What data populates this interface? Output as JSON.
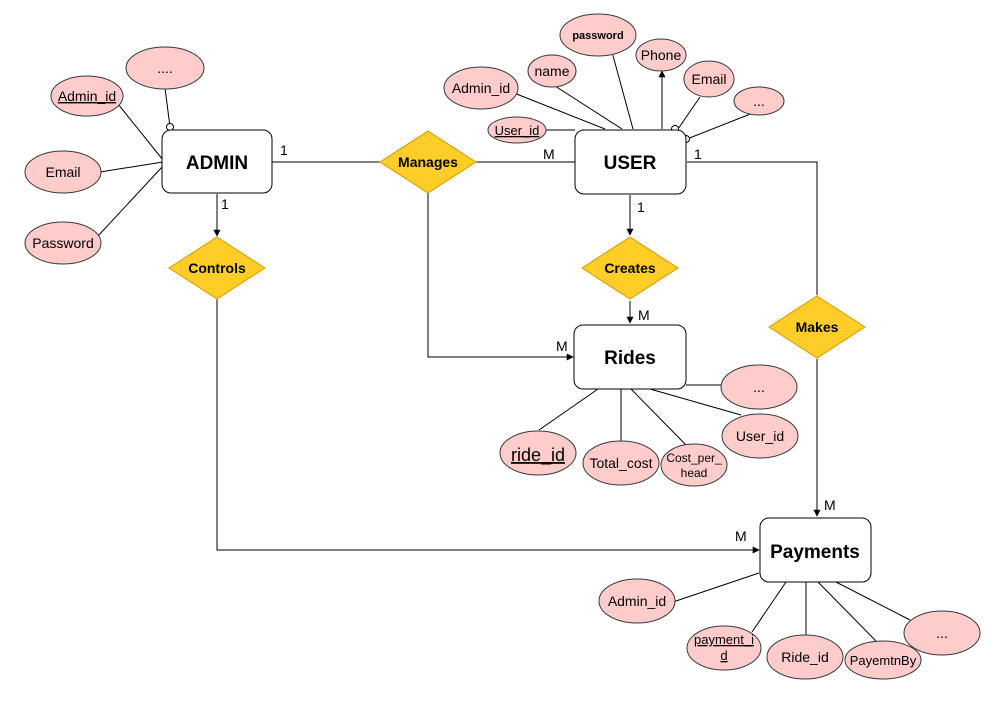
{
  "colors": {
    "attribute_fill": "#ffcccc",
    "attribute_stroke": "#36393d",
    "relationship_fill": "#ffcd28",
    "relationship_stroke": "#d79b00",
    "entity_fill": "#ffffff",
    "entity_stroke": "#000000"
  },
  "entities": {
    "admin": "ADMIN",
    "user": "USER",
    "rides": "Rides",
    "payments": "Payments"
  },
  "relationships": {
    "manages": "Manages",
    "controls": "Controls",
    "creates": "Creates",
    "makes": "Makes"
  },
  "attributes": {
    "admin": {
      "more": "....",
      "admin_id": "Admin_id",
      "email": "Email",
      "password": "Password"
    },
    "user": {
      "password": "password",
      "name": "name",
      "phone": "Phone",
      "admin_id": "Admin_id",
      "email": "Email",
      "more": "...",
      "user_id": "User_id"
    },
    "rides": {
      "more": "...",
      "ride_id": "ride_id",
      "total_cost": "Total_cost",
      "cost_per_head_1": "Cost_per_",
      "cost_per_head_2": "head",
      "user_id": "User_id"
    },
    "payments": {
      "admin_id": "Admin_id",
      "payment_id_1": "payment_i",
      "payment_id_2": "d",
      "ride_id": "Ride_id",
      "paid_by": "PayemtnBy",
      "more": "..."
    }
  },
  "cardinalities": {
    "admin_manages": "1",
    "manages_user": "M",
    "admin_controls": "1",
    "user_creates": "1",
    "user_makes": "1",
    "creates_rides": "M",
    "manages_rides": "M",
    "makes_payments": "M",
    "controls_payments": "M"
  }
}
